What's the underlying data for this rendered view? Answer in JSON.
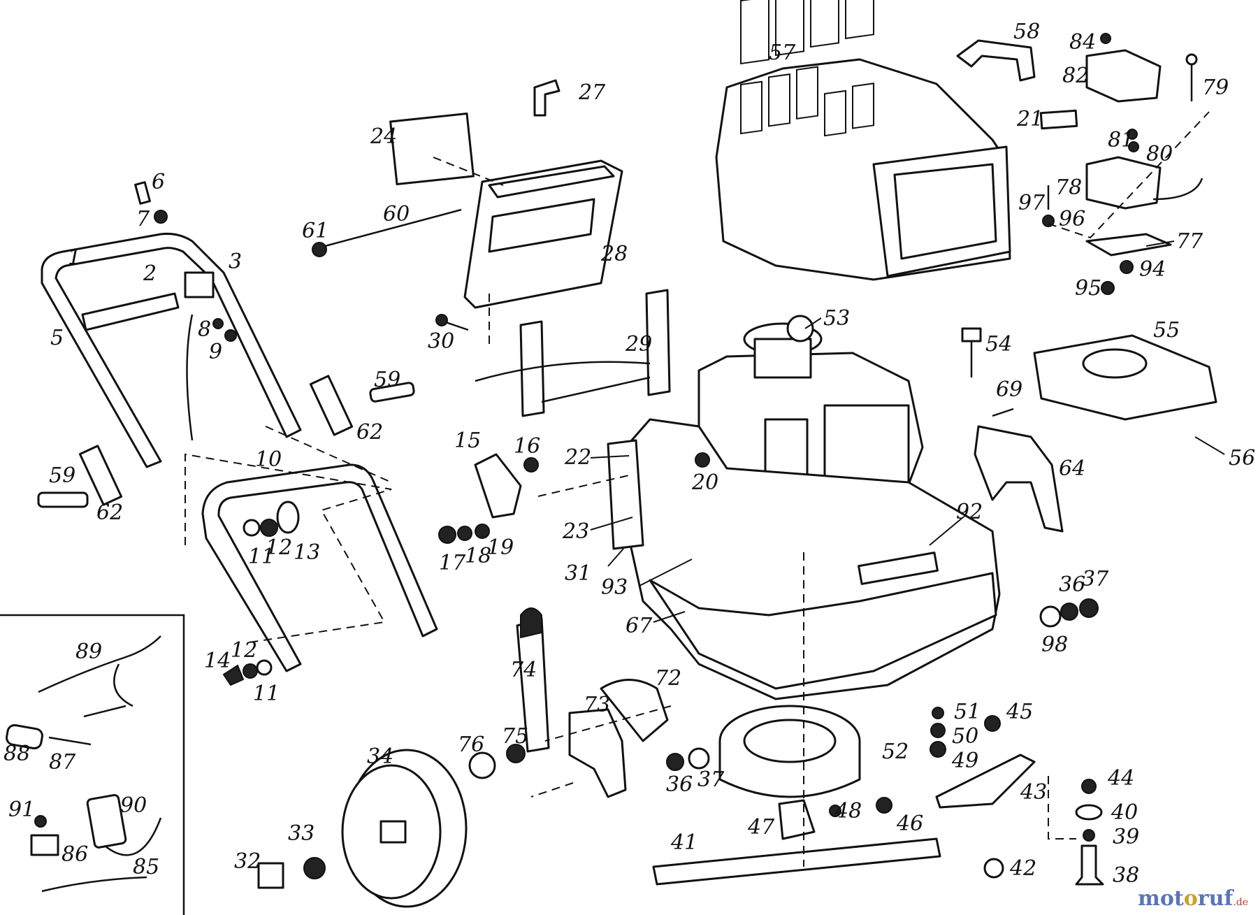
{
  "diagram": {
    "callouts": [
      {
        "key": "c1",
        "text": "1"
      },
      {
        "key": "c2",
        "text": "2"
      },
      {
        "key": "c3",
        "text": "3"
      },
      {
        "key": "c5",
        "text": "5"
      },
      {
        "key": "c6",
        "text": "6"
      },
      {
        "key": "c7",
        "text": "7"
      },
      {
        "key": "c8",
        "text": "8"
      },
      {
        "key": "c9",
        "text": "9"
      },
      {
        "key": "c10",
        "text": "10"
      },
      {
        "key": "c11a",
        "text": "11"
      },
      {
        "key": "c11b",
        "text": "11"
      },
      {
        "key": "c12a",
        "text": "12"
      },
      {
        "key": "c12b",
        "text": "12"
      },
      {
        "key": "c13",
        "text": "13"
      },
      {
        "key": "c14",
        "text": "14"
      },
      {
        "key": "c15",
        "text": "15"
      },
      {
        "key": "c16",
        "text": "16"
      },
      {
        "key": "c17",
        "text": "17"
      },
      {
        "key": "c18",
        "text": "18"
      },
      {
        "key": "c19",
        "text": "19"
      },
      {
        "key": "c20",
        "text": "20"
      },
      {
        "key": "c21",
        "text": "21"
      },
      {
        "key": "c22",
        "text": "22"
      },
      {
        "key": "c23",
        "text": "23"
      },
      {
        "key": "c24",
        "text": "24"
      },
      {
        "key": "c27",
        "text": "27"
      },
      {
        "key": "c28",
        "text": "28"
      },
      {
        "key": "c29",
        "text": "29"
      },
      {
        "key": "c30",
        "text": "30"
      },
      {
        "key": "c31",
        "text": "31"
      },
      {
        "key": "c32",
        "text": "32"
      },
      {
        "key": "c33",
        "text": "33"
      },
      {
        "key": "c34",
        "text": "34"
      },
      {
        "key": "c36a",
        "text": "36"
      },
      {
        "key": "c36b",
        "text": "36"
      },
      {
        "key": "c37a",
        "text": "37"
      },
      {
        "key": "c37b",
        "text": "37"
      },
      {
        "key": "c38",
        "text": "38"
      },
      {
        "key": "c39",
        "text": "39"
      },
      {
        "key": "c40",
        "text": "40"
      },
      {
        "key": "c41",
        "text": "41"
      },
      {
        "key": "c42",
        "text": "42"
      },
      {
        "key": "c43",
        "text": "43"
      },
      {
        "key": "c44",
        "text": "44"
      },
      {
        "key": "c45",
        "text": "45"
      },
      {
        "key": "c46",
        "text": "46"
      },
      {
        "key": "c47",
        "text": "47"
      },
      {
        "key": "c48",
        "text": "48"
      },
      {
        "key": "c49",
        "text": "49"
      },
      {
        "key": "c50",
        "text": "50"
      },
      {
        "key": "c51",
        "text": "51"
      },
      {
        "key": "c52",
        "text": "52"
      },
      {
        "key": "c53",
        "text": "53"
      },
      {
        "key": "c54",
        "text": "54"
      },
      {
        "key": "c55",
        "text": "55"
      },
      {
        "key": "c56",
        "text": "56"
      },
      {
        "key": "c57",
        "text": "57"
      },
      {
        "key": "c58",
        "text": "58"
      },
      {
        "key": "c59a",
        "text": "59"
      },
      {
        "key": "c59b",
        "text": "59"
      },
      {
        "key": "c60",
        "text": "60"
      },
      {
        "key": "c61",
        "text": "61"
      },
      {
        "key": "c62a",
        "text": "62"
      },
      {
        "key": "c62b",
        "text": "62"
      },
      {
        "key": "c64",
        "text": "64"
      },
      {
        "key": "c67",
        "text": "67"
      },
      {
        "key": "c69",
        "text": "69"
      },
      {
        "key": "c72",
        "text": "72"
      },
      {
        "key": "c73",
        "text": "73"
      },
      {
        "key": "c74",
        "text": "74"
      },
      {
        "key": "c75",
        "text": "75"
      },
      {
        "key": "c76",
        "text": "76"
      },
      {
        "key": "c77",
        "text": "77"
      },
      {
        "key": "c78",
        "text": "78"
      },
      {
        "key": "c79",
        "text": "79"
      },
      {
        "key": "c80",
        "text": "80"
      },
      {
        "key": "c81",
        "text": "81"
      },
      {
        "key": "c82",
        "text": "82"
      },
      {
        "key": "c84",
        "text": "84"
      },
      {
        "key": "c85",
        "text": "85"
      },
      {
        "key": "c86",
        "text": "86"
      },
      {
        "key": "c87",
        "text": "87"
      },
      {
        "key": "c88",
        "text": "88"
      },
      {
        "key": "c89",
        "text": "89"
      },
      {
        "key": "c90",
        "text": "90"
      },
      {
        "key": "c91",
        "text": "91"
      },
      {
        "key": "c92",
        "text": "92"
      },
      {
        "key": "c93",
        "text": "93"
      },
      {
        "key": "c94",
        "text": "94"
      },
      {
        "key": "c95",
        "text": "95"
      },
      {
        "key": "c96",
        "text": "96"
      },
      {
        "key": "c97",
        "text": "97"
      },
      {
        "key": "c98",
        "text": "98"
      }
    ]
  },
  "watermark": {
    "pre": "mot",
    "mid": "o",
    "post": "ruf",
    "tld": ".de"
  }
}
